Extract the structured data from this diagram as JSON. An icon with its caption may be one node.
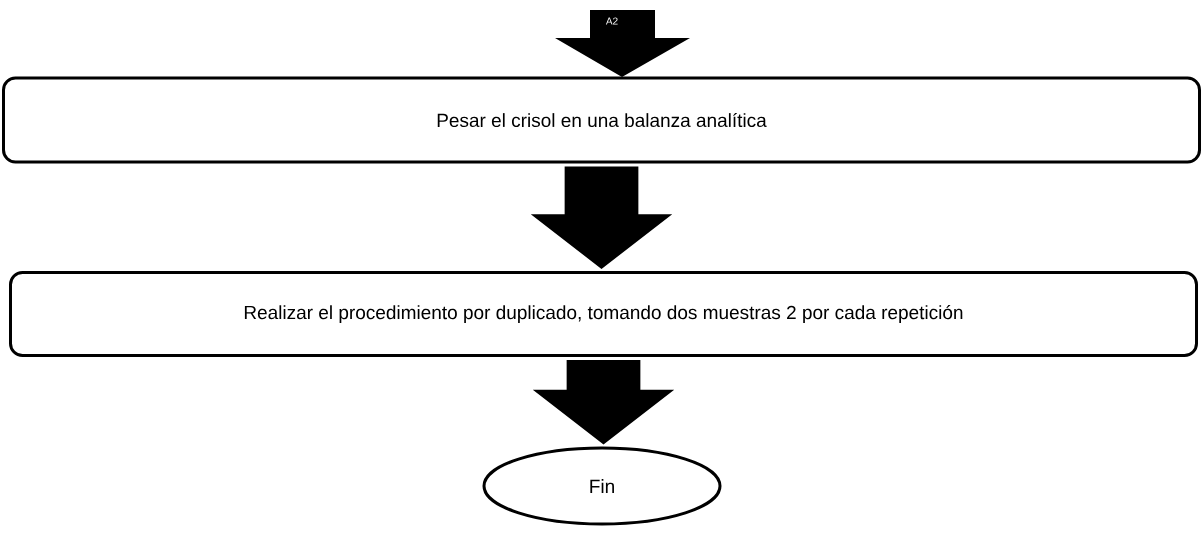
{
  "diagram": {
    "nodes": [
      {
        "text": [
          "A2"
        ]
      },
      {
        "text": [
          "Pesar el crisol en una balanza analítica"
        ]
      },
      {
        "text": [
          "Realizar el procedimiento por duplicado, tomando dos muestras 2 por cada repetición"
        ]
      },
      {
        "text": [
          "Fin"
        ]
      }
    ],
    "edges": [
      {
        "from": 1,
        "to": 2,
        "arrow": "to",
        "style": "thick"
      },
      {
        "from": 2,
        "to": 3,
        "arrow": "to",
        "style": "thick"
      }
    ]
  }
}
